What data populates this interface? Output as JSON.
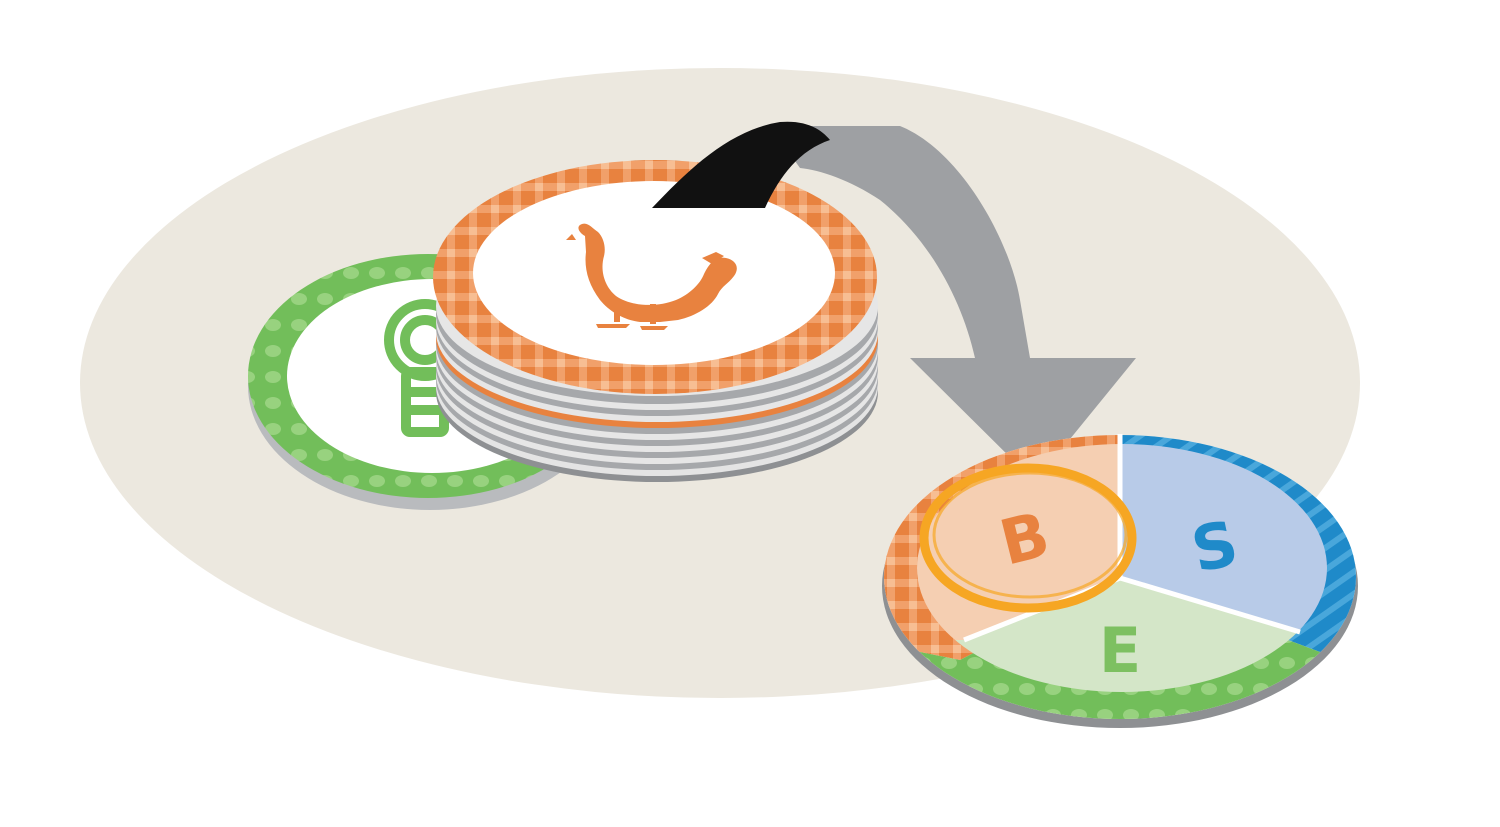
{
  "board": {
    "letters": {
      "b": "B",
      "s": "S",
      "e": "E"
    },
    "segment_colors": {
      "b": "#F5CFB2",
      "s": "#B8CBE8",
      "e": "#D4E6C8"
    },
    "letter_colors": {
      "b": "#E8823F",
      "s": "#1F8AC9",
      "e": "#7DC061"
    }
  },
  "tokens": {
    "stack": {
      "icon": "chicken-icon",
      "rim_color": "#E8823F",
      "rim_pattern": "gingham"
    },
    "green_token": {
      "icon": "lightbulb-icon",
      "rim_color": "#72BE5A",
      "rim_pattern": "dots"
    }
  },
  "arrow": {
    "icon": "curved-arrow-icon",
    "color": "#9EA0A3"
  },
  "colors": {
    "table": "#ECE8DF",
    "orange": "#E8823F",
    "green": "#72BE5A",
    "blue": "#1F8AC9",
    "highlight_ring": "#F6A623"
  }
}
